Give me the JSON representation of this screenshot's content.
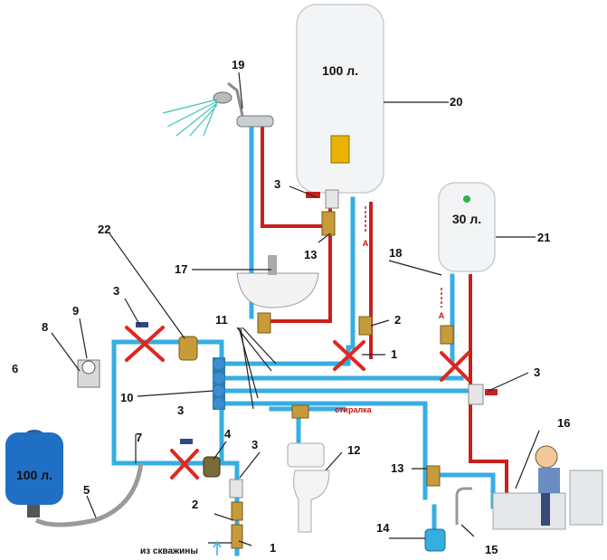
{
  "tanks": {
    "boiler_big": "100 л.",
    "boiler_small": "30 л.",
    "accumulator": "100 л."
  },
  "labels": {
    "n1a": "1",
    "n1b": "1",
    "n2a": "2",
    "n2b": "2",
    "n3a": "3",
    "n3b": "3",
    "n3c": "3",
    "n3d": "3",
    "n3e": "3",
    "n4": "4",
    "n5": "5",
    "n6": "6",
    "n7": "7",
    "n8": "8",
    "n9": "9",
    "n10": "10",
    "n11": "11",
    "n12": "12",
    "n13a": "13",
    "n13b": "13",
    "n14": "14",
    "n15": "15",
    "n16": "16",
    "n17": "17",
    "n18": "18",
    "n19": "19",
    "n20": "20",
    "n21": "21",
    "n22": "22"
  },
  "arrows": {
    "a1": "A",
    "a2": "A"
  },
  "texts": {
    "washer": "стиралка",
    "source": "из скважины"
  },
  "colors": {
    "cold": "#35aee2",
    "hot": "#c8201c",
    "hose": "#9a9a9a",
    "accumulator": "#1f6fc4",
    "brass": "#c79a3a",
    "cross": "#e0261e"
  }
}
